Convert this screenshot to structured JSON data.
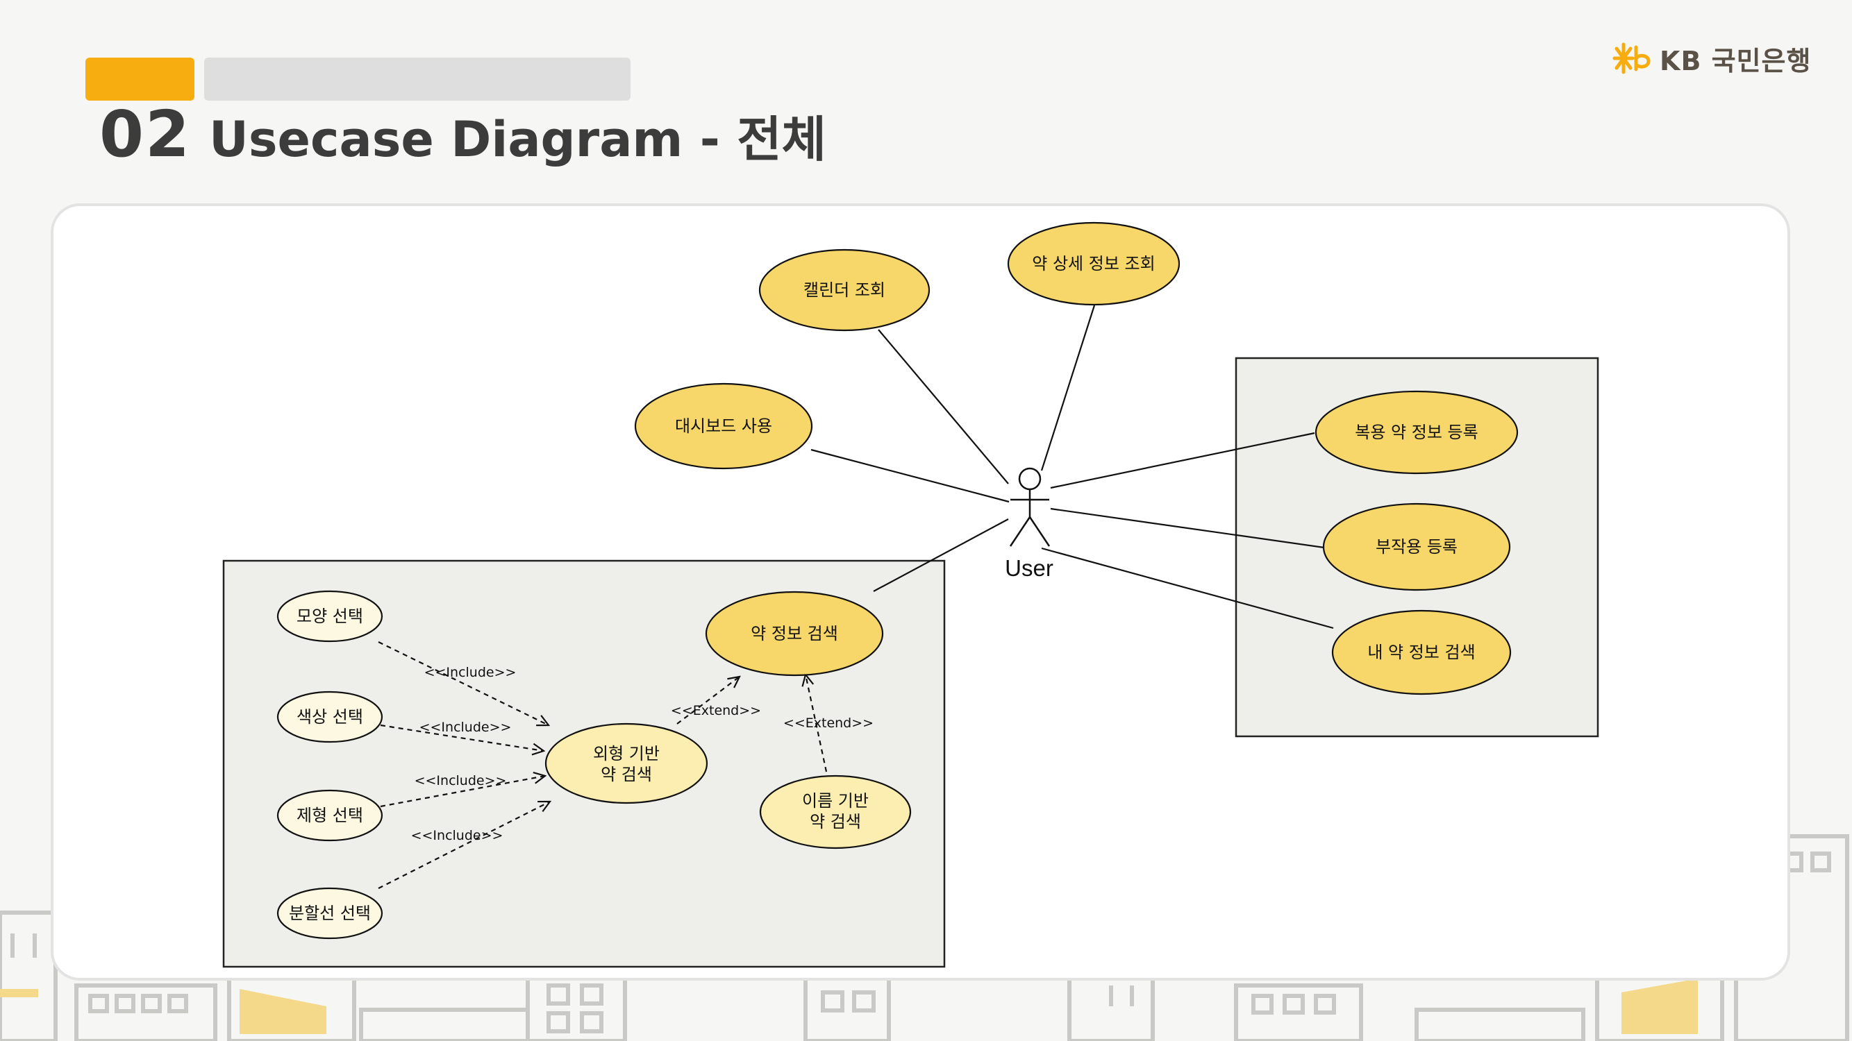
{
  "header": {
    "section_number": "02",
    "title": "Usecase Diagram - 전체",
    "brand_name": "KB 국민은행"
  },
  "colors": {
    "accent": "#f7ad10",
    "usecase_fill": "#f8d76a",
    "usecase_light_fill": "#fbeeb0",
    "usecase_pale_fill": "#fdf8e2",
    "boundary_fill": "#eeeeea"
  },
  "diagram": {
    "actor": {
      "label": "User"
    },
    "usecases": {
      "calendar": "캘린더 조회",
      "drug_detail": "약 상세 정보 조회",
      "dashboard": "대시보드 사용",
      "register_med": "복용 약 정보 등록",
      "register_side_effect": "부작용 등록",
      "my_drug_search": "내 약 정보 검색",
      "drug_search": "약 정보 검색",
      "shape_search_line1": "외형 기반",
      "shape_search_line2": "약 검색",
      "name_search_line1": "이름 기반",
      "name_search_line2": "약 검색",
      "shape_select": "모양 선택",
      "color_select": "색상 선택",
      "form_select": "제형 선택",
      "split_select": "분할선 선택"
    },
    "relations": {
      "include_1": "<<Include>>",
      "include_2": "<<Include>>",
      "include_3": "<<Include>>",
      "include_4": "<<Include>>",
      "extend_1": "<<Extend>>",
      "extend_2": "<<Extend>>"
    }
  }
}
